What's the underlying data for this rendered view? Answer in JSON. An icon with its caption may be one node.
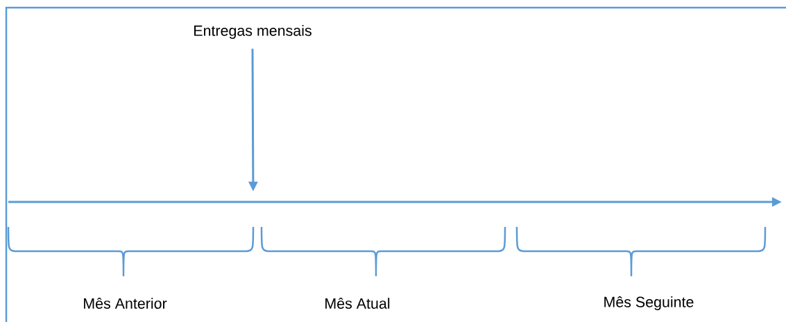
{
  "diagram": {
    "nodes": [
      {
        "text": [
          "Entregas mensais"
        ]
      },
      {
        "text": [],
        "shape": "arrow"
      }
    ],
    "edges": [
      {
        "from": 0,
        "to": 1,
        "arrow": "to"
      }
    ],
    "labels": [
      "Mês Anterior",
      "Mês Atual",
      "Mês Seguinte"
    ]
  }
}
